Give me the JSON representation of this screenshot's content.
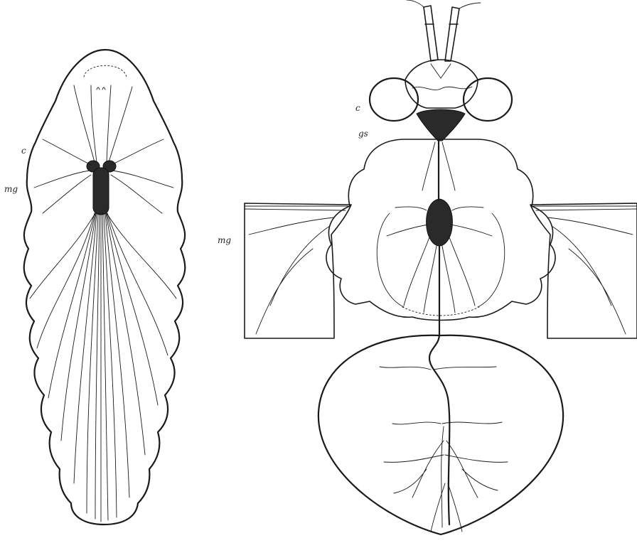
{
  "labels": {
    "larva_c": "c",
    "larva_mg": "mg",
    "adult_c": "c",
    "adult_gs": "gs",
    "adult_mg": "mg"
  }
}
